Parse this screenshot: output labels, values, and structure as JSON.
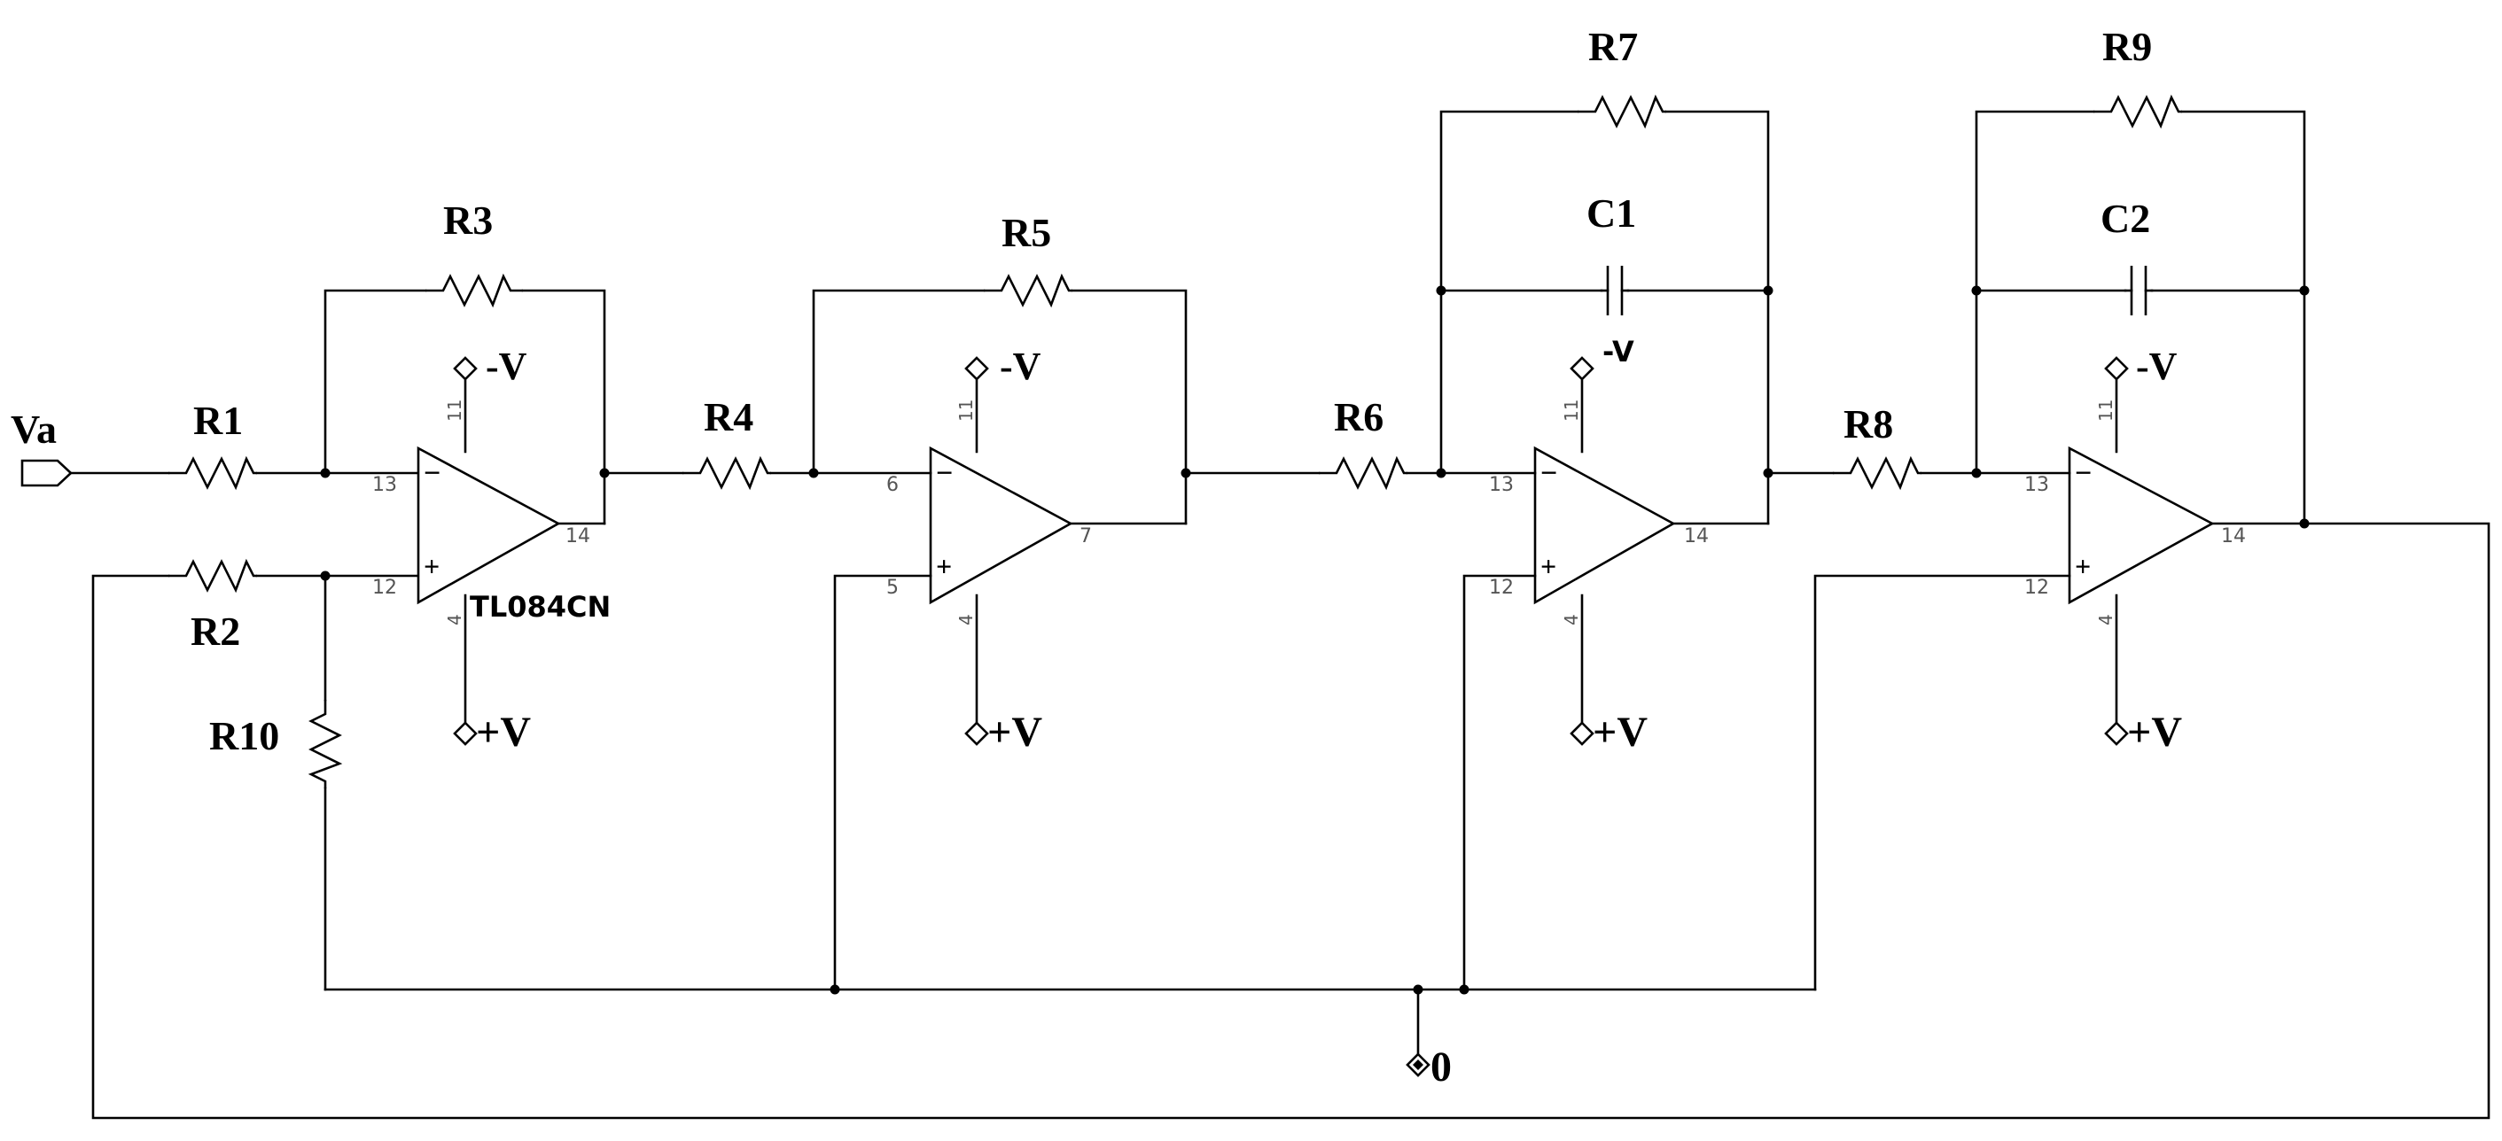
{
  "input_label": "Va",
  "ground_label": "0",
  "part_number": "TL084CN",
  "rail_neg": "-V",
  "rail_pos": "+V",
  "rail_neg_small": "-V",
  "resistors": {
    "r1": "R1",
    "r2": "R2",
    "r3": "R3",
    "r4": "R4",
    "r5": "R5",
    "r6": "R6",
    "r7": "R7",
    "r8": "R8",
    "r9": "R9",
    "r10": "R10"
  },
  "capacitors": {
    "c1": "C1",
    "c2": "C2"
  },
  "opamps": [
    {
      "pin_inv": "13",
      "pin_noninv": "12",
      "pin_out": "14",
      "pin_vneg": "11",
      "pin_vpos": "4"
    },
    {
      "pin_inv": "6",
      "pin_noninv": "5",
      "pin_out": "7",
      "pin_vneg": "11",
      "pin_vpos": "4"
    },
    {
      "pin_inv": "13",
      "pin_noninv": "12",
      "pin_out": "14",
      "pin_vneg": "11",
      "pin_vpos": "4"
    },
    {
      "pin_inv": "13",
      "pin_noninv": "12",
      "pin_out": "14",
      "pin_vneg": "11",
      "pin_vpos": "4"
    }
  ],
  "sign_minus": "−",
  "sign_plus": "+"
}
